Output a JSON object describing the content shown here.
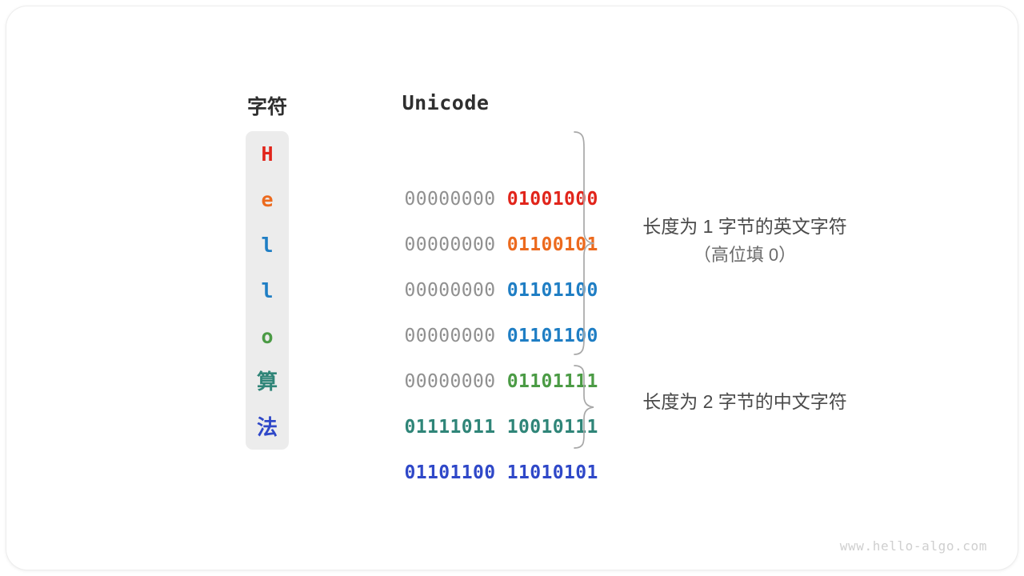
{
  "card": {
    "label": "unicode-encoding-diagram"
  },
  "headers": {
    "character": "字符",
    "unicode": "Unicode"
  },
  "colors": {
    "char_column_bg": "#ececec",
    "high_bits": "#909090",
    "red": "#e1251b",
    "orange": "#ec6a1e",
    "blue": "#1f7ec4",
    "green": "#4b9b45",
    "teal": "#2f8578",
    "indigo": "#2f48c8",
    "note_text": "#4a4a4a",
    "brace": "#a8a8a8",
    "watermark": "#cfcfcf"
  },
  "rows": [
    {
      "char": "H",
      "color": "#e1251b",
      "high": "00000000",
      "low": "01001000",
      "cjk": false
    },
    {
      "char": "e",
      "color": "#ec6a1e",
      "high": "00000000",
      "low": "01100101",
      "cjk": false
    },
    {
      "char": "l",
      "color": "#1f7ec4",
      "high": "00000000",
      "low": "01101100",
      "cjk": false
    },
    {
      "char": "l",
      "color": "#1f7ec4",
      "high": "00000000",
      "low": "01101100",
      "cjk": false
    },
    {
      "char": "o",
      "color": "#4b9b45",
      "high": "00000000",
      "low": "01101111",
      "cjk": false
    },
    {
      "char": "算",
      "color": "#2f8578",
      "high": "",
      "low": "01111011 10010111",
      "cjk": true
    },
    {
      "char": "法",
      "color": "#2f48c8",
      "high": "",
      "low": "01101100 11010101",
      "cjk": true
    }
  ],
  "annotations": [
    {
      "line1": "长度为 1 字节的英文字符",
      "line2": "（高位填 0）"
    },
    {
      "line1": "长度为 2 字节的中文字符",
      "line2": ""
    }
  ],
  "watermark": "www.hello-algo.com"
}
